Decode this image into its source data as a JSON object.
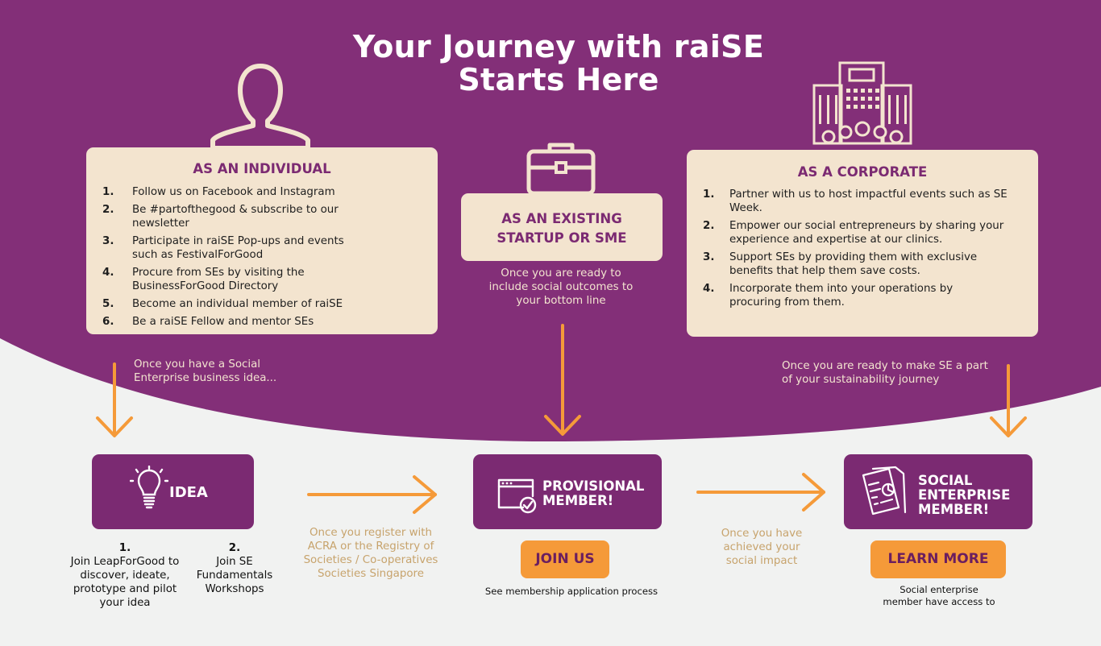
{
  "title": "Your Journey with raiSE Starts Here",
  "individual": {
    "heading": "AS AN INDIVIDUAL",
    "items": [
      {
        "num": "1.",
        "text": "Follow us on Facebook and Instagram"
      },
      {
        "num": "2.",
        "text": "Be #partofthegood & subscribe to our newsletter"
      },
      {
        "num": "3.",
        "text": "Participate in raiSE Pop-ups and events such as FestivalForGood"
      },
      {
        "num": "4.",
        "text": "Procure from SEs by visiting the BusinessForGood Directory"
      },
      {
        "num": "5.",
        "text": "Become an individual member of raiSE"
      },
      {
        "num": "6.",
        "text": "Be a raiSE Fellow and mentor SEs"
      }
    ],
    "note": "Once you have a Social Enterprise business idea..."
  },
  "startup": {
    "heading": "AS AN EXISTING STARTUP OR SME",
    "note": "Once you are ready to include social outcomes to your bottom line"
  },
  "corporate": {
    "heading": "AS A CORPORATE",
    "items": [
      {
        "num": "1.",
        "text": "Partner with us to host impactful events such as SE Week."
      },
      {
        "num": "2.",
        "text": "Empower our social entrepreneurs by sharing your experience and expertise at our clinics."
      },
      {
        "num": "3.",
        "text": "Support SEs by providing them with exclusive benefits that help them save costs."
      },
      {
        "num": "4.",
        "text": "Incorporate them into your operations by procuring from them."
      }
    ],
    "note": "Once you are ready to make SE a part of your sustainability journey"
  },
  "idea": {
    "label": "IDEA",
    "step1_num": "1.",
    "step1_text": "Join LeapForGood to discover, ideate, prototype and pilot your idea",
    "step2_num": "2.",
    "step2_text": "Join SE Fundamentals Workshops"
  },
  "transition_register": "Once you register with ACRA or the Registry of Societies / Co-operatives Societies Singapore",
  "provisional": {
    "label": "PROVISIONAL MEMBER!",
    "button": "JOIN US",
    "caption": "See membership application process"
  },
  "transition_impact": "Once you have achieved your social impact",
  "se_member": {
    "label": "SOCIAL ENTERPRISE MEMBER!",
    "button": "LEARN MORE",
    "caption": "Social enterprise member have access to"
  },
  "icons": [
    "person-icon",
    "briefcase-icon",
    "office-building-people-icon",
    "lightbulb-icon",
    "browser-check-icon",
    "document-chart-icon"
  ],
  "colors": {
    "purple": "#7b2a72",
    "cream": "#f3e4cf",
    "orange": "#f59a39",
    "gold": "#c7a36c",
    "background": "#f1f2f1"
  }
}
